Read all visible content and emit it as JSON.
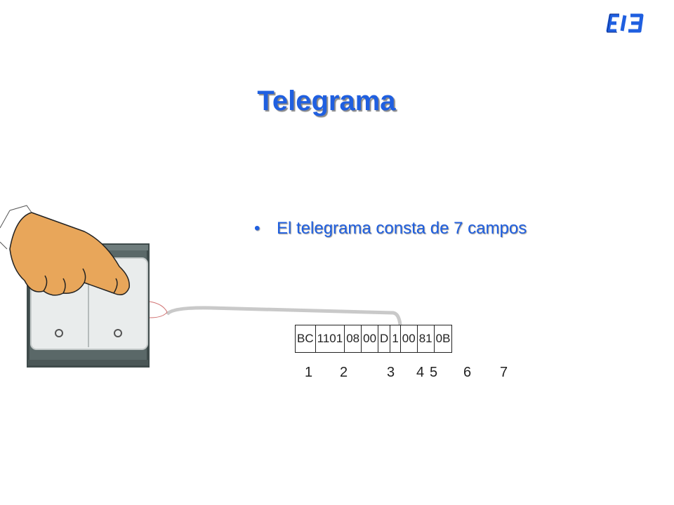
{
  "logo": {
    "text": "EI3",
    "color": "#1f5fe0"
  },
  "slide": {
    "title": "Telegrama",
    "bullet": "El telegrama consta de 7 campos"
  },
  "telegram": {
    "cells": [
      "BC",
      "1101",
      "08",
      "00",
      "D",
      "1",
      "00",
      "81",
      "0B"
    ],
    "field_numbers": [
      "1",
      "2",
      "3",
      "4",
      "5",
      "6",
      "7"
    ]
  },
  "colors": {
    "accent": "#1f5fe0",
    "hand": "#e8a65a",
    "switch_plate": "#e9ecec"
  }
}
